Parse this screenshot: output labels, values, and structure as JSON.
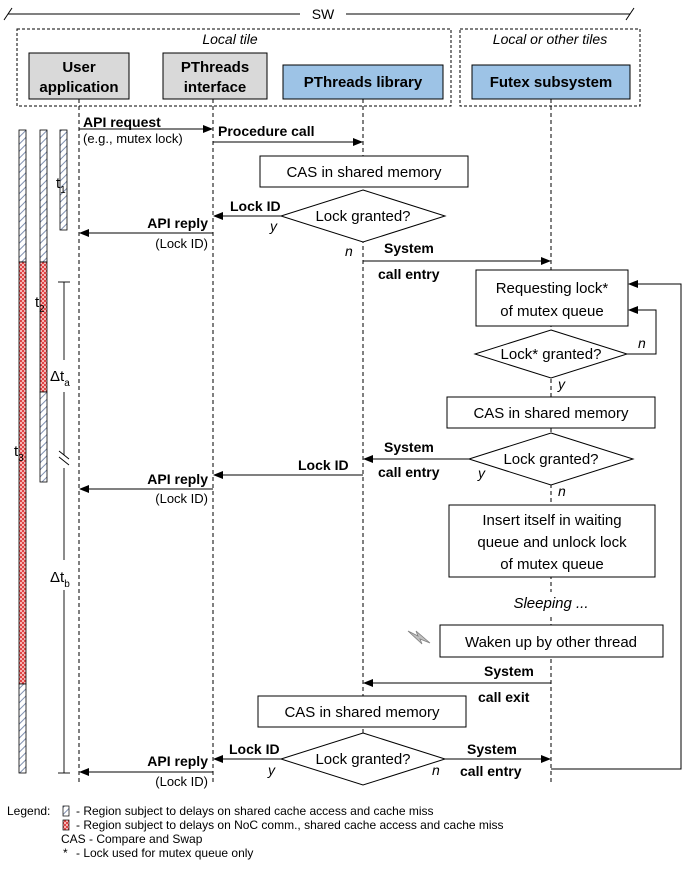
{
  "top_label": "SW",
  "tiles": {
    "local": "Local tile",
    "other": "Local or other tiles"
  },
  "lanes": {
    "user_app": [
      "User",
      "application"
    ],
    "pthreads_interface": [
      "PThreads",
      "interface"
    ],
    "pthreads_library": "PThreads library",
    "futex": "Futex subsystem"
  },
  "colors": {
    "gray_header": "#d9d9d9",
    "blue_header": "#9dc3e6",
    "red_hatch": "#e04545",
    "blue_hatch": "#8090b0"
  },
  "messages": {
    "api_request": "API request",
    "api_request_note": "(e.g., mutex lock)",
    "procedure_call": "Procedure call",
    "lock_id": "Lock ID",
    "api_reply": "API reply",
    "api_reply_note": "(Lock ID)",
    "system": "System",
    "call_entry": "call entry",
    "call_exit": "call exit"
  },
  "boxes": {
    "cas": "CAS in shared memory",
    "requesting": [
      "Requesting lock*",
      "of mutex queue"
    ],
    "insert": [
      "Insert itself in waiting",
      "queue and unlock lock",
      "of mutex queue"
    ],
    "sleeping": "Sleeping ...",
    "wakeup": "Waken up by other thread"
  },
  "decisions": {
    "lock_granted": "Lock granted?",
    "lock_star_granted": "Lock* granted?",
    "y": "y",
    "n": "n"
  },
  "timeline": {
    "t1": "t",
    "t1_sub": "1",
    "t2": "t",
    "t2_sub": "2",
    "t3": "t",
    "t3_sub": "3",
    "dta": "Δt",
    "dta_sub": "a",
    "dtb": "Δt",
    "dtb_sub": "b"
  },
  "legend": {
    "title": "Legend:",
    "hatch_blue": "- Region subject to delays on shared cache access and cache miss",
    "hatch_red": "- Region subject to delays on NoC comm., shared cache access and cache miss",
    "cas_def": "CAS  - Compare and Swap",
    "star_def": "- Lock used for mutex queue only",
    "star": "*"
  }
}
